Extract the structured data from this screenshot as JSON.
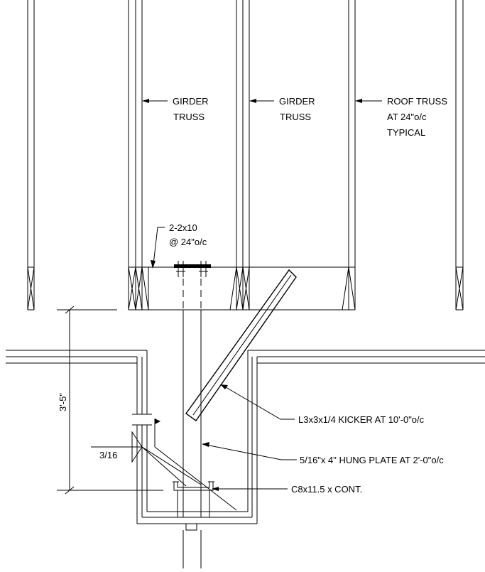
{
  "labels": {
    "girder_truss_1": [
      "GIRDER",
      "TRUSS"
    ],
    "girder_truss_2": [
      "GIRDER",
      "TRUSS"
    ],
    "roof_truss": [
      "ROOF TRUSS",
      "AT 24\"o/c",
      "TYPICAL"
    ],
    "blocking": [
      "2-2x10",
      "@ 24\"o/c"
    ],
    "kicker": "L3x3x1/4 KICKER AT 10'-0\"o/c",
    "hung_plate": "5/16\"x 4\" HUNG PLATE AT 2'-0\"o/c",
    "channel": "C8x11.5 x CONT.",
    "weld_size": "3/16",
    "dimension": "3'-5\""
  }
}
